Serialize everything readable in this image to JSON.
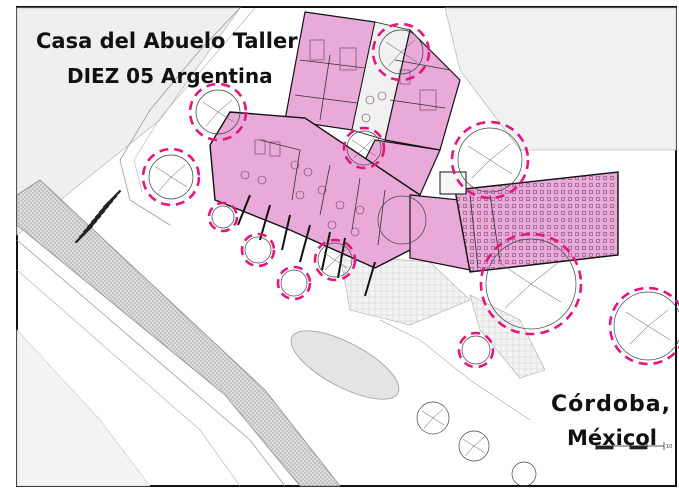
{
  "title_line1": "Casa del Abuelo Taller",
  "title_line2": "DIEZ 05 Argentina",
  "location_line1": "Córdoba,",
  "location_line2": "Méxicol",
  "scale_tick": "10",
  "colors": {
    "building_fill": "#e9a9d9",
    "tree_dash": "#e5157f",
    "road": "#d9d9d9",
    "outline": "#111111"
  }
}
